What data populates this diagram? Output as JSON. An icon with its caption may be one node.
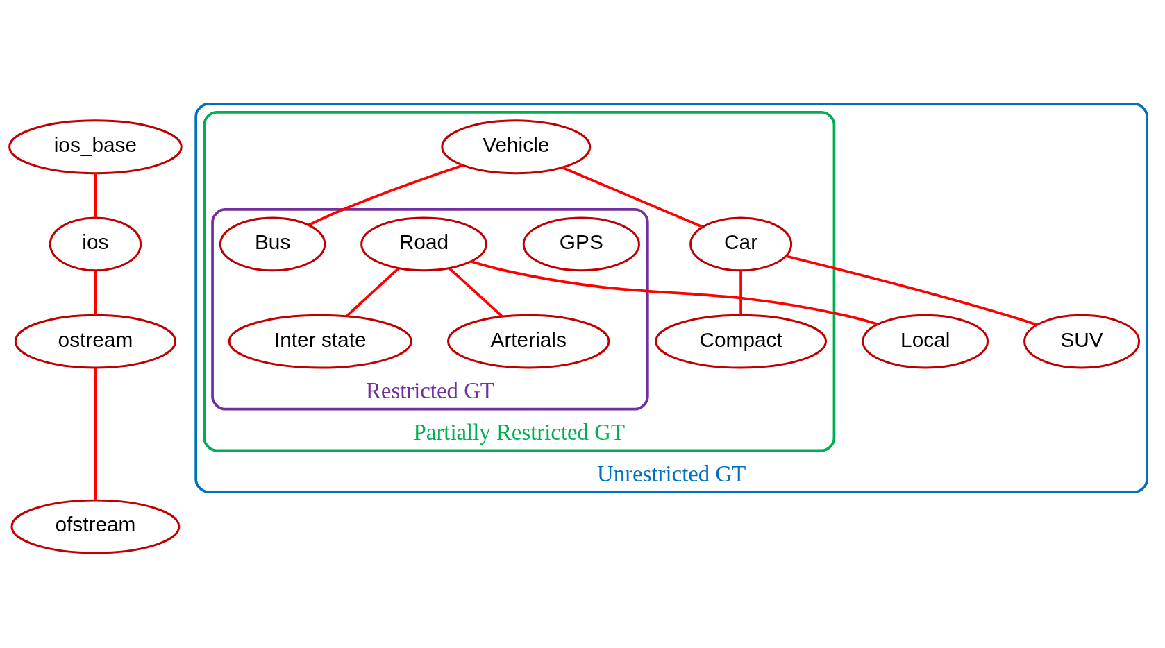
{
  "diagram": {
    "nodes": [
      {
        "text": [
          "ios_base"
        ]
      },
      {
        "text": [
          "ios"
        ]
      },
      {
        "text": [
          "ostream"
        ]
      },
      {
        "text": [
          "ofstream"
        ]
      },
      {
        "text": [
          "Unrestricted GT"
        ]
      },
      {
        "text": [
          "Partially Restricted GT"
        ],
        "in": 4
      },
      {
        "text": [
          "Restricted GT"
        ],
        "in": 5
      },
      {
        "text": [
          "GPS"
        ],
        "in": 6
      },
      {
        "text": [
          "Vehicle"
        ],
        "in": 5
      },
      {
        "text": [
          "Road"
        ],
        "in": 6
      },
      {
        "text": [
          "Bus"
        ],
        "in": 6
      },
      {
        "text": [
          "Car"
        ],
        "in": 5
      },
      {
        "text": [
          "Inter state"
        ],
        "in": 6
      },
      {
        "text": [
          "Arterials"
        ],
        "in": 6
      },
      {
        "text": [
          "Compact"
        ],
        "in": 5
      },
      {
        "text": [
          "SUV"
        ],
        "in": 4
      },
      {
        "text": [
          "Local"
        ],
        "in": 4
      }
    ],
    "edges": [
      {
        "from": 0,
        "to": 1,
        "arrow": "none"
      },
      {
        "from": 1,
        "to": 2,
        "arrow": "none"
      },
      {
        "from": 2,
        "to": 3,
        "arrow": "none"
      },
      {
        "from": 8,
        "to": 10,
        "arrow": "none"
      },
      {
        "from": 8,
        "to": 11,
        "arrow": "none"
      },
      {
        "from": 9,
        "to": 12,
        "arrow": "none"
      },
      {
        "from": 9,
        "to": 13,
        "arrow": "none"
      },
      {
        "from": 9,
        "to": 16,
        "arrow": "none"
      },
      {
        "from": 11,
        "to": 14,
        "arrow": "none"
      },
      {
        "from": 11,
        "to": 15,
        "arrow": "none"
      }
    ]
  }
}
